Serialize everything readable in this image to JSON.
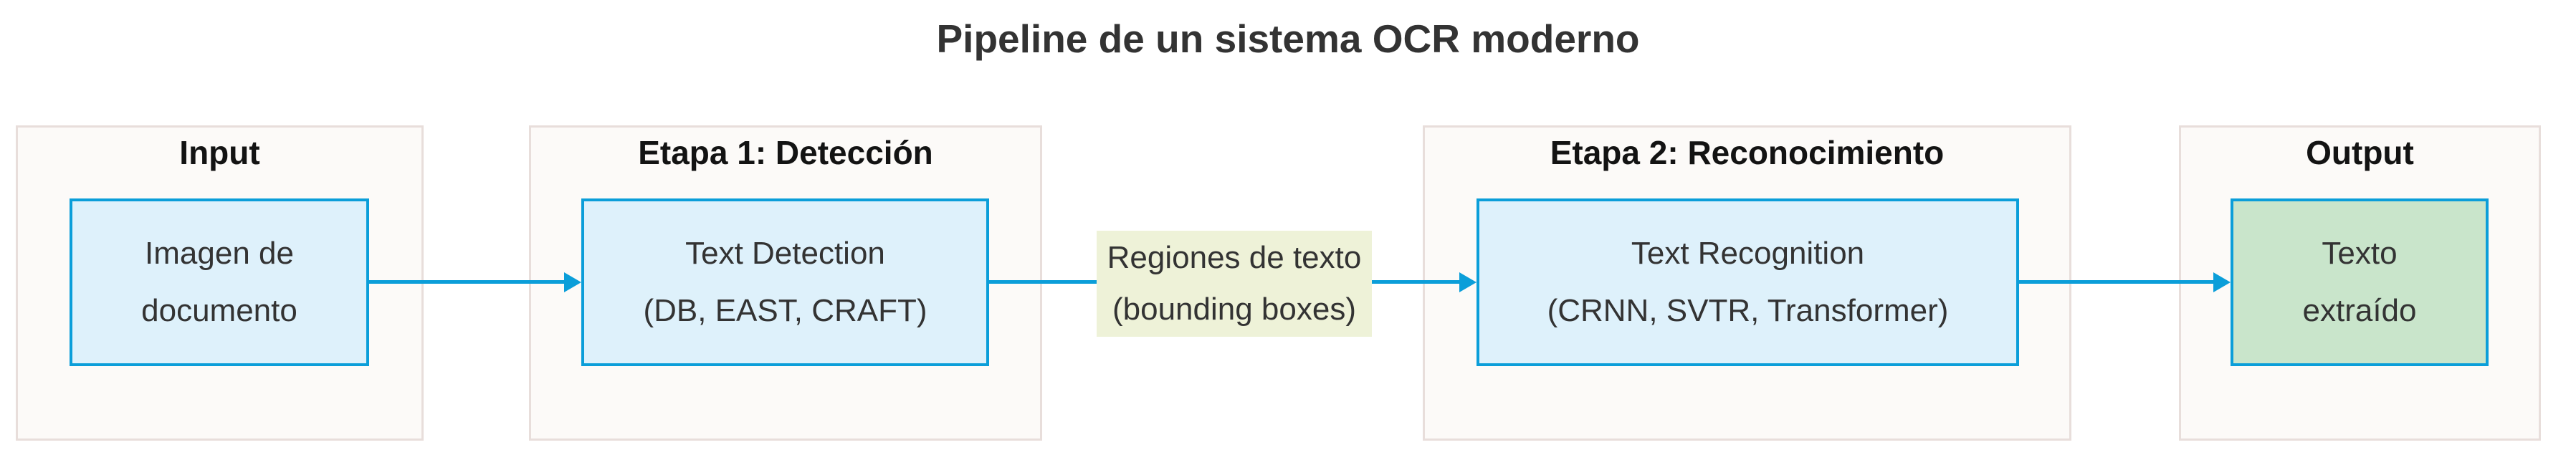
{
  "title": "Pipeline de un sistema OCR moderno",
  "colors": {
    "node-fill-blue": "#def1fb",
    "node-fill-green": "#c9e5cb",
    "node-border": "#0b9ed9",
    "edge": "#0b9ed9",
    "cluster-fill": "#fcfaf8",
    "cluster-border": "#e8dedb",
    "edge-label-bg": "#eef2d8",
    "text": "#333333",
    "cluster-label-text": "#131313"
  },
  "clusters": [
    {
      "label": "Input",
      "node": {
        "lines": [
          "Imagen de",
          "documento"
        ],
        "variant": "blue"
      }
    },
    {
      "label": "Etapa 1: Detección",
      "node": {
        "lines": [
          "Text Detection",
          "(DB, EAST, CRAFT)"
        ],
        "variant": "blue"
      }
    },
    {
      "label": "Etapa 2: Reconocimiento",
      "node": {
        "lines": [
          "Text Recognition",
          "(CRNN, SVTR, Transformer)"
        ],
        "variant": "blue"
      }
    },
    {
      "label": "Output",
      "node": {
        "lines": [
          "Texto",
          "extraído"
        ],
        "variant": "green"
      }
    }
  ],
  "edges": [
    {
      "from": "Imagen de documento",
      "to": "Text Detection",
      "label_lines": []
    },
    {
      "from": "Text Detection",
      "to": "Text Recognition",
      "label_lines": [
        "Regiones de texto",
        "(bounding boxes)"
      ]
    },
    {
      "from": "Text Recognition",
      "to": "Texto extraído",
      "label_lines": []
    }
  ]
}
